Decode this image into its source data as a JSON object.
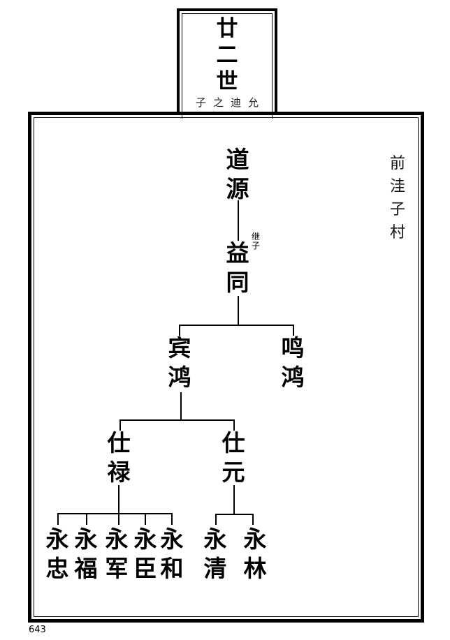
{
  "generation": {
    "title_chars": [
      "廿",
      "二",
      "世"
    ],
    "subtitle": "子之迪允"
  },
  "village": [
    "前",
    "洼",
    "子",
    "村"
  ],
  "tree": {
    "root": {
      "chars": [
        "道",
        "源"
      ]
    },
    "gen2": {
      "chars": [
        "益",
        "同"
      ],
      "note": [
        "继",
        "子"
      ]
    },
    "gen3": [
      {
        "chars": [
          "宾",
          "鸿"
        ]
      },
      {
        "chars": [
          "鸣",
          "鸿"
        ]
      }
    ],
    "gen4": [
      {
        "chars": [
          "仕",
          "禄"
        ]
      },
      {
        "chars": [
          "仕",
          "元"
        ]
      }
    ],
    "gen5_left": [
      {
        "chars": [
          "永",
          "忠"
        ]
      },
      {
        "chars": [
          "永",
          "福"
        ]
      },
      {
        "chars": [
          "永",
          "军"
        ]
      },
      {
        "chars": [
          "永",
          "臣"
        ]
      },
      {
        "chars": [
          "永",
          "和"
        ]
      }
    ],
    "gen5_right": [
      {
        "chars": [
          "永",
          "清"
        ]
      },
      {
        "chars": [
          "永",
          "林"
        ]
      }
    ]
  },
  "page_number": "643",
  "colors": {
    "ink": "#000000",
    "paper": "#ffffff"
  }
}
